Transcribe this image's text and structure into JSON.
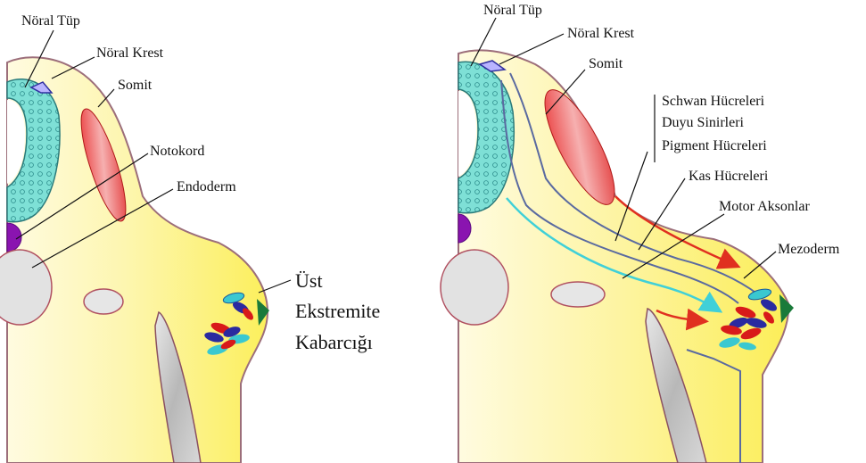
{
  "left_panel": {
    "labels": {
      "neural_tube": "Nöral Tüp",
      "neural_crest": "Nöral Krest",
      "somite": "Somit",
      "notochord": "Notokord",
      "endoderm": "Endoderm",
      "limb_bud_line1": "Üst",
      "limb_bud_line2": "Ekstremite",
      "limb_bud_line3": "Kabarcığı"
    }
  },
  "right_panel": {
    "labels": {
      "neural_tube": "Nöral Tüp",
      "neural_crest": "Nöral Krest",
      "somite": "Somit",
      "schwann_cells": "Schwan Hücreleri",
      "sensory_nerves": "Duyu Sinirleri",
      "pigment_cells": "Pigment Hücreleri",
      "muscle_cells": "Kas Hücreleri",
      "motor_axons": "Motor Aksonlar",
      "mesoderm": "Mezoderm"
    }
  },
  "colors": {
    "body_fill": "#fdf59a",
    "body_edge": "#9c6e7a",
    "neural_tube_fill": "#7ee0d6",
    "somite_red": "#e8322a",
    "notochord_purple": "#8a14b0",
    "arrow_red": "#e03020",
    "arrow_cyan": "#40d0d8",
    "ectoderm_green": "#1a7a3a"
  }
}
